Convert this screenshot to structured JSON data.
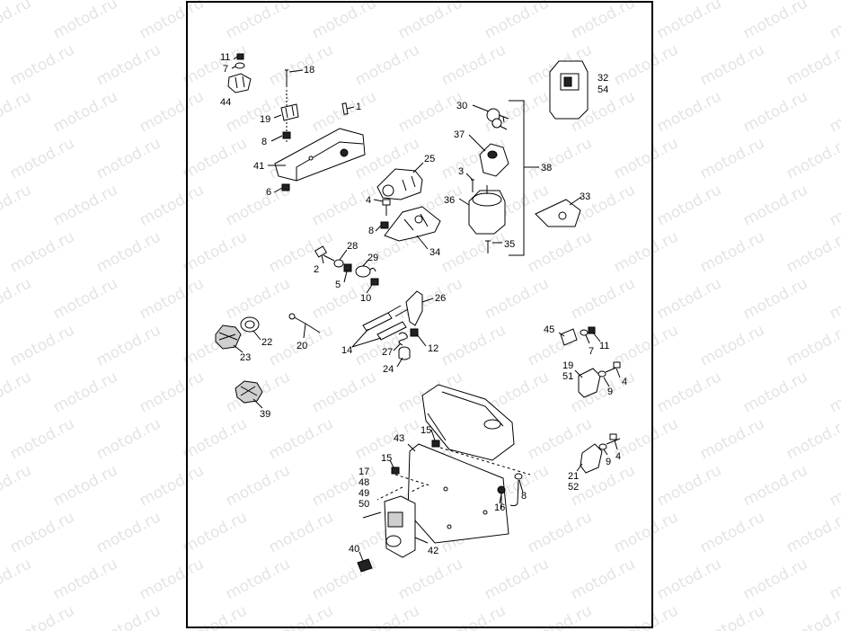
{
  "watermark": {
    "text": "motod.ru"
  },
  "labels": {
    "l1": "1",
    "l2": "2",
    "l3": "3",
    "l4a": "4",
    "l4b": "4",
    "l4c": "4",
    "l5": "5",
    "l6": "6",
    "l7a": "7",
    "l7b": "7",
    "l8a": "8",
    "l8b": "8",
    "l8c": "8",
    "l9a": "9",
    "l9b": "9",
    "l10": "10",
    "l11a": "11",
    "l11b": "11",
    "l12": "12",
    "l14": "14",
    "l15a": "15",
    "l15b": "15",
    "l16": "16",
    "l17": "17",
    "l18": "18",
    "l19a": "19",
    "l19b": "19",
    "l20": "20",
    "l21": "21",
    "l22": "22",
    "l23": "23",
    "l24": "24",
    "l25": "25",
    "l26": "26",
    "l27": "27",
    "l28": "28",
    "l29": "29",
    "l30": "30",
    "l32": "32",
    "l33": "33",
    "l34": "34",
    "l35": "35",
    "l36": "36",
    "l37": "37",
    "l38": "38",
    "l39": "39",
    "l40": "40",
    "l41": "41",
    "l42": "42",
    "l43": "43",
    "l44": "44",
    "l45": "45",
    "l48": "48",
    "l49": "49",
    "l50": "50",
    "l51": "51",
    "l52": "52",
    "l54": "54"
  }
}
